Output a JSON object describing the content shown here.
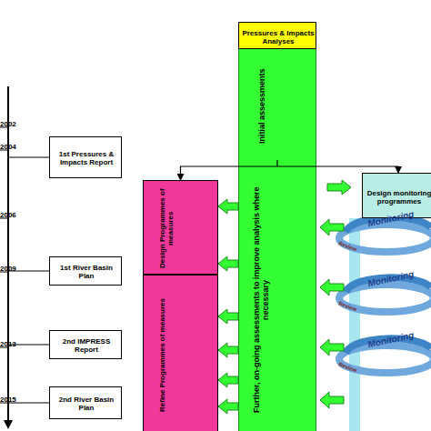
{
  "diagram": {
    "nodes": [
      {
        "text": [
          "1st Pressures & Impacts Report"
        ]
      },
      {
        "text": [
          "1st River Basin Plan"
        ]
      },
      {
        "text": [
          "2nd IMPRESS Report"
        ]
      },
      {
        "text": [
          "2nd River Basin Plan"
        ]
      },
      {
        "text": [
          "Pressures & Impacts Analyses"
        ]
      },
      {
        "text": [
          "Initial assessments",
          "Further, on-going assessments to improve analysis where necessary"
        ]
      },
      {
        "text": [
          "Design Programmes of measures"
        ]
      },
      {
        "text": [
          "Refine Programmes of measures"
        ]
      },
      {
        "text": [
          "Design monitoring programmes"
        ]
      }
    ],
    "edges": [
      {
        "from": 5,
        "to": 6,
        "arrow": "to"
      },
      {
        "from": 5,
        "to": 8,
        "arrow": "to"
      },
      {
        "from": 5,
        "to": 6,
        "arrow": "to"
      },
      {
        "from": 5,
        "to": 6,
        "arrow": "to"
      },
      {
        "from": 5,
        "to": 7,
        "arrow": "to"
      },
      {
        "from": 5,
        "to": 7,
        "arrow": "to"
      },
      {
        "from": 5,
        "to": 7,
        "arrow": "to"
      },
      {
        "from": 5,
        "to": 7,
        "arrow": "to"
      },
      {
        "from": 5,
        "to": 8,
        "arrow": "to"
      }
    ],
    "labels": [
      "2002",
      "2004",
      "2006",
      "2009",
      "2013",
      "2015",
      "Monitoring",
      "Monitoring",
      "Monitoring",
      "Review",
      "Review",
      "Review"
    ]
  }
}
